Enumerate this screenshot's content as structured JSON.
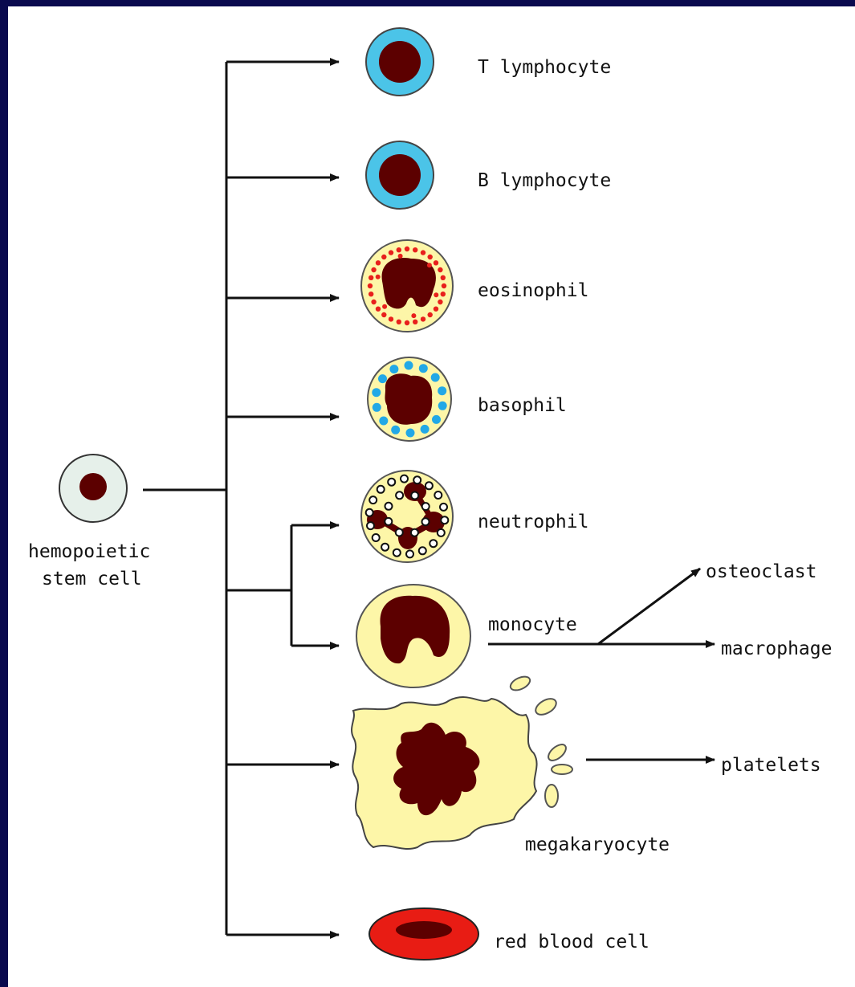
{
  "stem_cell": {
    "line1": "hemopoietic",
    "line2": "stem cell"
  },
  "cells": {
    "t_lymphocyte": "T lymphocyte",
    "b_lymphocyte": "B lymphocyte",
    "eosinophil": "eosinophil",
    "basophil": "basophil",
    "neutrophil": "neutrophil",
    "monocyte": "monocyte",
    "megakaryocyte": "megakaryocyte",
    "red_blood_cell": "red blood cell"
  },
  "products": {
    "osteoclast": "osteoclast",
    "macrophage": "macrophage",
    "platelets": "platelets"
  },
  "colors": {
    "frame": "#0a0a4e",
    "nucleus": "#5c0000",
    "lymphocyte_cytoplasm": "#4bc4e8",
    "granulocyte_cytoplasm": "#fdf6a8",
    "eosinophil_granule": "#e8201c",
    "basophil_granule": "#22a8e6",
    "stem_cytoplasm": "#e6f0ea",
    "red_cell": "#e81c14"
  }
}
